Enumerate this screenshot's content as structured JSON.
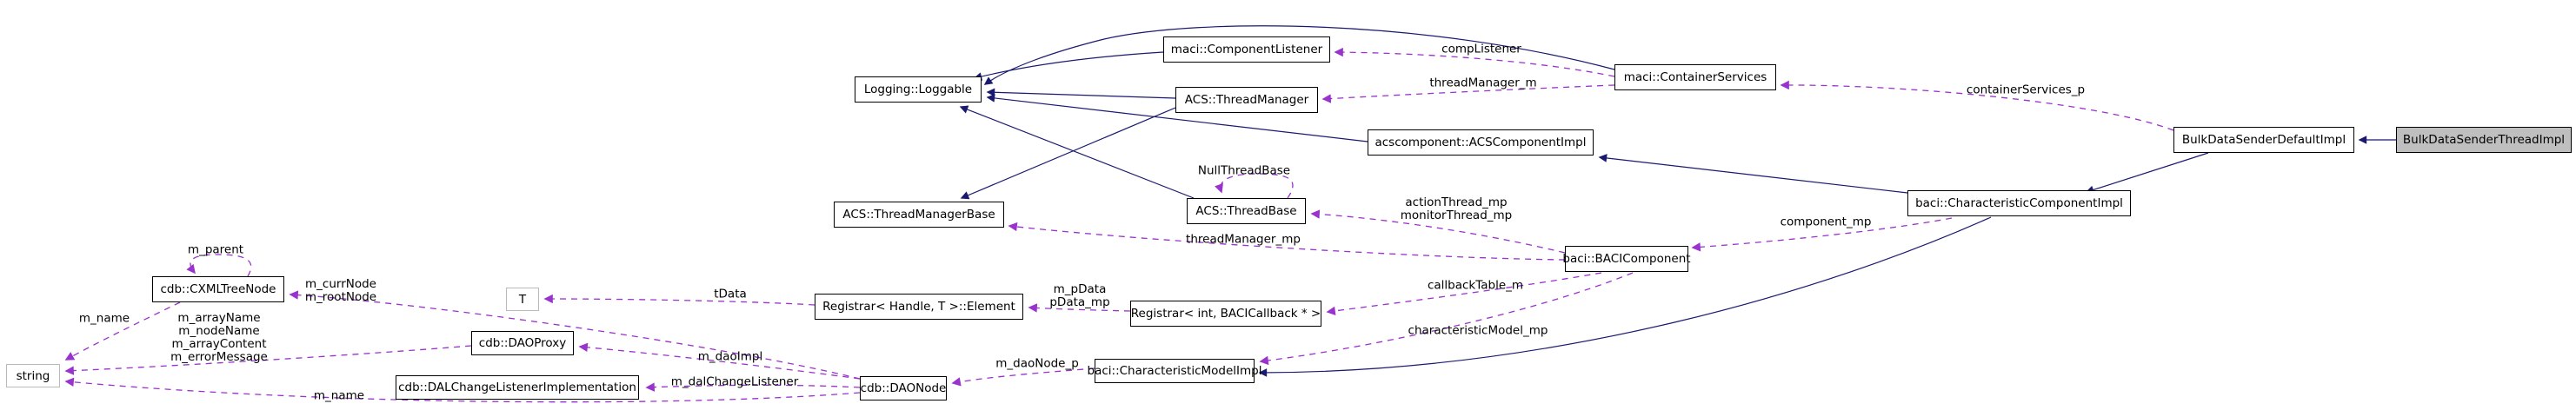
{
  "diagram": {
    "kind": "collaboration-graph",
    "colors": {
      "background": "#ffffff",
      "inheritance_edge": "#191970",
      "member_edge": "#9a32cd",
      "node_border": "#000000",
      "node_fill": "#ffffff",
      "selected_node_fill": "#bfbfbf",
      "external_node_border": "#b9b9b9",
      "label_text": "#000000"
    },
    "nodes": [
      {
        "label": "maci::ComponentListener"
      },
      {
        "label": "Logging::Loggable"
      },
      {
        "label": "ACS::ThreadManager"
      },
      {
        "label": "maci::ContainerServices"
      },
      {
        "label": "acscomponent::ACSComponentImpl"
      },
      {
        "label": "BulkDataSenderDefaultImpl"
      },
      {
        "label": "BulkDataSenderThreadImpl",
        "selected": true
      },
      {
        "label": "ACS::ThreadManagerBase"
      },
      {
        "label": "ACS::ThreadBase"
      },
      {
        "label": "baci::CharacteristicComponentImpl"
      },
      {
        "label": "baci::BACIComponent"
      },
      {
        "label": "cdb::CXMLTreeNode"
      },
      {
        "label": "T",
        "external": true
      },
      {
        "label": "Registrar< Handle, T >::Element"
      },
      {
        "label": "Registrar< int, BACICallback * >"
      },
      {
        "label": "string",
        "external": true
      },
      {
        "label": "cdb::DAOProxy"
      },
      {
        "label": "cdb::DALChangeListenerImplementation"
      },
      {
        "label": "cdb::DAONode"
      },
      {
        "label": "baci::CharacteristicModelImpl"
      }
    ],
    "edge_labels": [
      {
        "text": "compListener"
      },
      {
        "text": "threadManager_m"
      },
      {
        "text": "containerServices_p"
      },
      {
        "text": "NullThreadBase"
      },
      {
        "lines": [
          "actionThread_mp",
          "monitorThread_mp"
        ]
      },
      {
        "text": "threadManager_mp"
      },
      {
        "text": "component_mp"
      },
      {
        "text": "callbackTable_m"
      },
      {
        "text": "characteristicModel_mp"
      },
      {
        "text": "m_parent"
      },
      {
        "lines": [
          "m_currNode",
          "m_rootNode"
        ]
      },
      {
        "text": "m_name"
      },
      {
        "lines": [
          "m_arrayName",
          "m_nodeName",
          "m_arrayContent",
          "m_errorMessage"
        ]
      },
      {
        "text": "tData"
      },
      {
        "lines": [
          "m_pData",
          "pData_mp"
        ]
      },
      {
        "text": "m_daoImpl"
      },
      {
        "text": "m_dalChangeListener"
      },
      {
        "text": "m_daoNode_p"
      },
      {
        "text": "m_name"
      }
    ]
  }
}
